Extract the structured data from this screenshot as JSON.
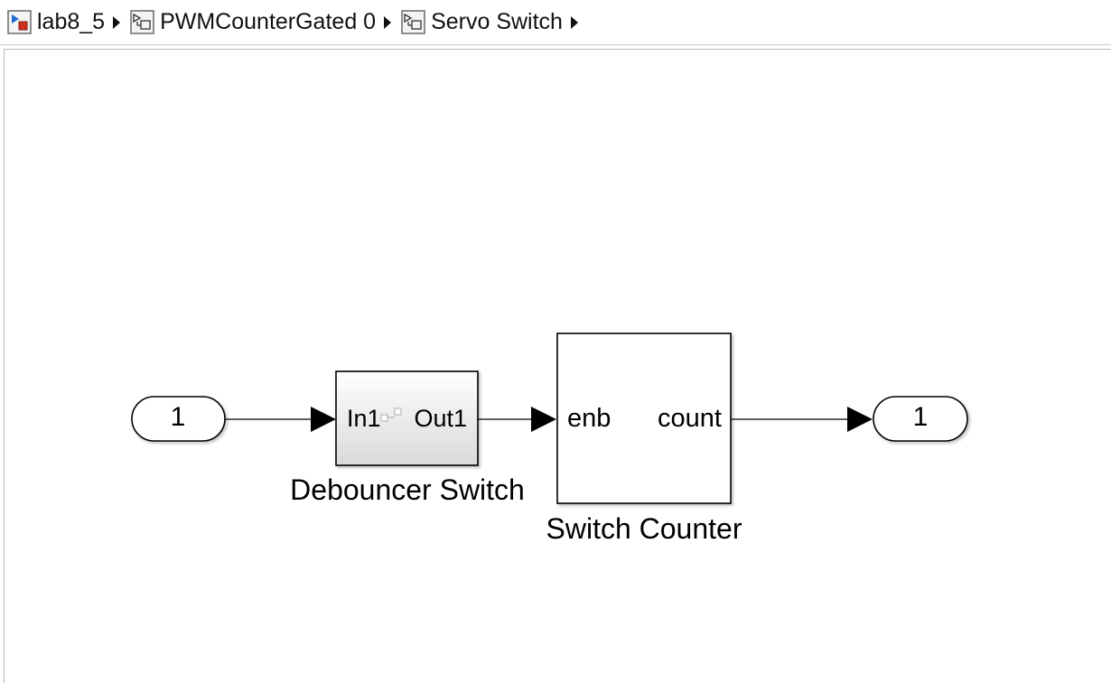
{
  "breadcrumb": {
    "items": [
      {
        "label": "lab8_5",
        "icon": "model-icon"
      },
      {
        "label": "PWMCounterGated 0",
        "icon": "subsystem-icon"
      },
      {
        "label": "Servo Switch",
        "icon": "subsystem-icon"
      }
    ]
  },
  "diagram": {
    "inport": {
      "label": "1"
    },
    "outport": {
      "label": "1"
    },
    "debouncer": {
      "in_port": "In1",
      "out_port": "Out1",
      "name": "Debouncer Switch"
    },
    "counter": {
      "in_port": "enb",
      "out_port": "count",
      "name": "Switch Counter"
    }
  },
  "colors": {
    "line": "#000000",
    "block_fill_gradient_top": "#ffffff",
    "block_fill_gradient_bottom": "#d9d9d9",
    "icon_blue": "#1f6fd1",
    "icon_red": "#d0311f"
  }
}
